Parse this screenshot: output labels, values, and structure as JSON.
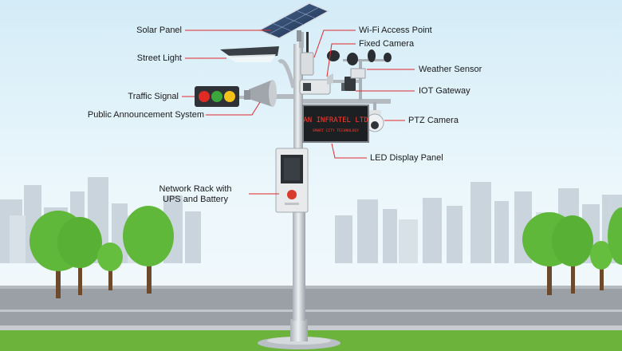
{
  "labels": {
    "solar_panel": "Solar Panel",
    "street_light": "Street Light",
    "traffic_signal": "Traffic Signal",
    "public_announcement": "Public Announcement  System",
    "network_rack_line1": "Network  Rack with",
    "network_rack_line2": "UPS and Battery",
    "wifi_access_point": "Wi-Fi Access Point",
    "fixed_camera": "Fixed Camera",
    "weather_sensor": "Weather Sensor",
    "iot_gateway": "IOT Gateway",
    "ptz_camera": "PTZ Camera",
    "led_display_panel": "LED Display Panel"
  },
  "led_display": {
    "line1": "AN INFRATEL LTD",
    "line2": "SMART CITY TECHNOLOGY"
  },
  "colors": {
    "leader_line": "#e0292c",
    "pole": "#c9ced3",
    "tree": "#5fb83a",
    "ground": "#6bb33a",
    "road": "#9aa0a6",
    "led_text": "#ff3b2f"
  }
}
